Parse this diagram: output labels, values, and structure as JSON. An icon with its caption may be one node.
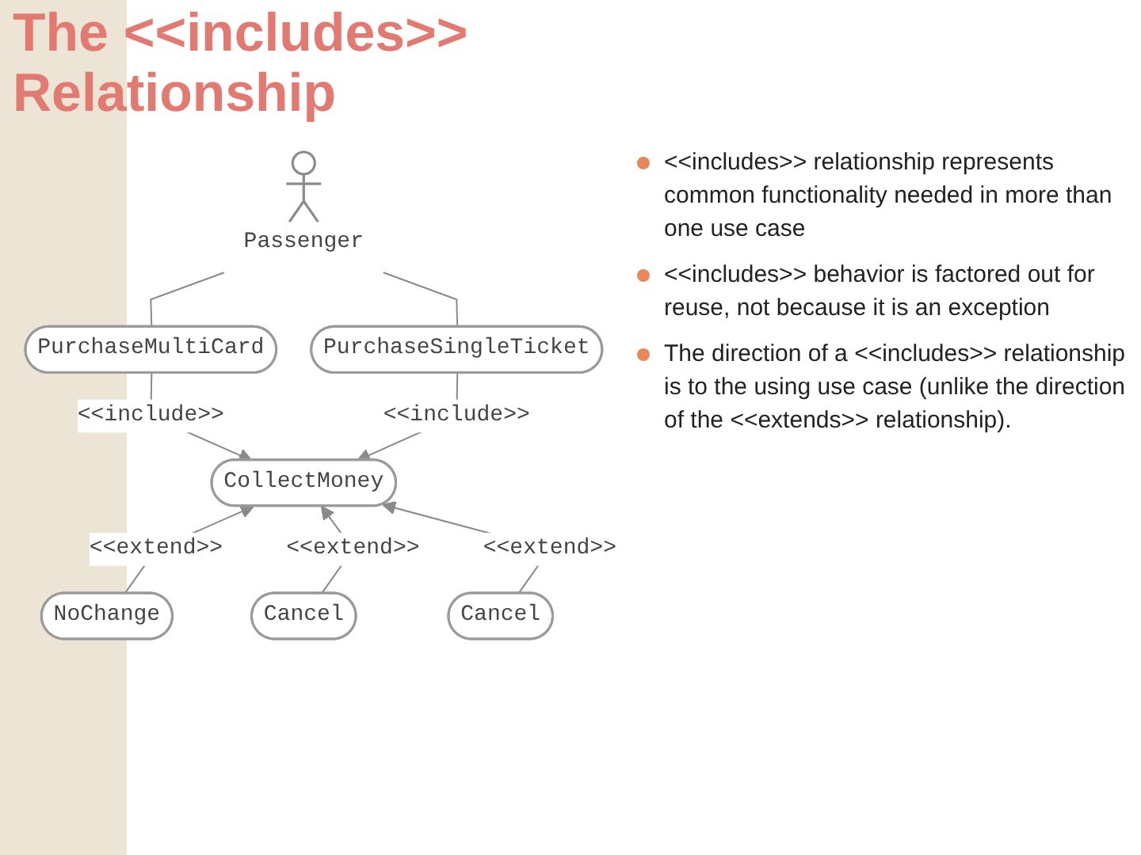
{
  "diagram": {
    "title": "The <<includes>> Relationship",
    "nodes": [
      {
        "text": [
          "Passenger"
        ]
      },
      {
        "text": [
          "PurchaseMultiCard"
        ]
      },
      {
        "text": [
          "PurchaseSingleTicket"
        ]
      },
      {
        "text": [
          "CollectMoney"
        ]
      },
      {
        "text": [
          "NoChange"
        ]
      },
      {
        "text": [
          "Cancel"
        ]
      },
      {
        "text": [
          "Cancel"
        ]
      }
    ],
    "edges": [
      {
        "from": 0,
        "to": 1,
        "arrow": "none"
      },
      {
        "from": 0,
        "to": 2,
        "arrow": "none"
      },
      {
        "from": 1,
        "to": 3,
        "arrow": "to",
        "label": "<<include>>"
      },
      {
        "from": 2,
        "to": 3,
        "arrow": "to",
        "label": "<<include>>"
      },
      {
        "from": 4,
        "to": 3,
        "arrow": "to",
        "label": "<<extend>>"
      },
      {
        "from": 5,
        "to": 3,
        "arrow": "to",
        "label": "<<extend>>"
      },
      {
        "from": 6,
        "to": 3,
        "arrow": "to",
        "label": "<<extend>>"
      }
    ],
    "labels": [
      "<<includes>> relationship represents common functionality needed in more than one use case",
      "<<includes>> behavior is factored out for reuse, not because it is an exception",
      "The direction of a <<includes>> relationship is to the using use case (unlike the direction of the <<extends>> relationship)."
    ]
  }
}
